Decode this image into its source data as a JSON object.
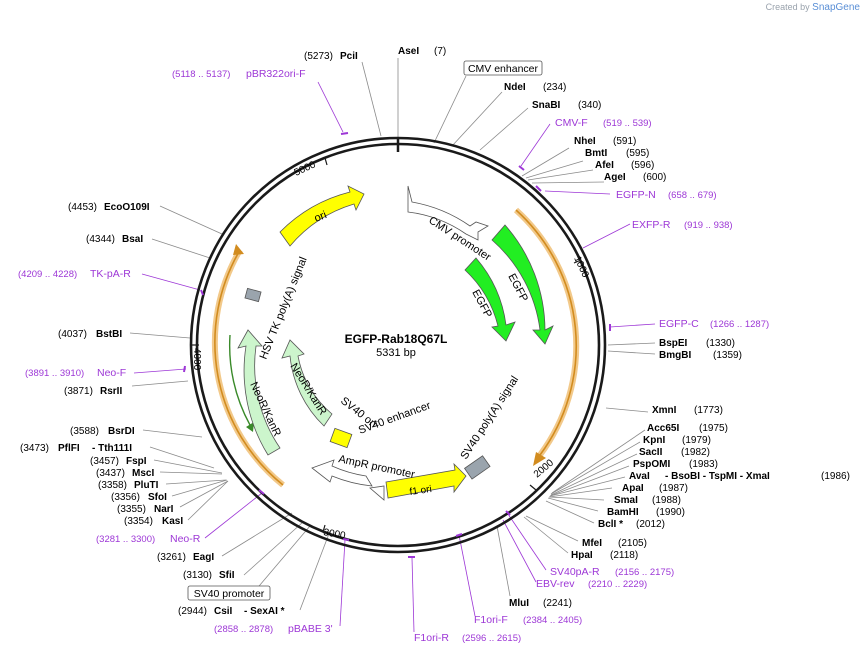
{
  "credit": {
    "prefix": "Created by",
    "brand": "SnapGene"
  },
  "plasmid": {
    "name": "EGFP-Rab18Q67L",
    "size": "5331 bp"
  },
  "ticks": [
    "1000",
    "2000",
    "3000",
    "4000",
    "5000"
  ],
  "features": [
    {
      "label": "CMV promoter",
      "color": "#ffffff"
    },
    {
      "label": "EGFP",
      "color": "#22ee22"
    },
    {
      "label": "EGFP",
      "color": "#22ee22"
    },
    {
      "label": "SV40 poly(A) signal",
      "color": "#9aa4ad"
    },
    {
      "label": "f1 ori",
      "color": "#ffff00"
    },
    {
      "label": "AmpR promoter",
      "color": "#ffffff"
    },
    {
      "label": "SV40 ori",
      "color": "#ffff00"
    },
    {
      "label": "SV40 enhancer",
      "color": "#ffffff"
    },
    {
      "label": "NeoR/KanR",
      "color": "#ccf5cc"
    },
    {
      "label": "NeoR/KanR",
      "color": "#ccf5cc"
    },
    {
      "label": "HSV TK poly(A) signal",
      "color": "#9aa4ad"
    },
    {
      "label": "ori",
      "color": "#ffff00"
    }
  ],
  "sites": [
    {
      "name": "AseI",
      "pos": "(7)"
    },
    {
      "name": "PciI",
      "pos": "(5273)"
    },
    {
      "name": "NdeI",
      "pos": "(234)"
    },
    {
      "name": "SnaBI",
      "pos": "(340)"
    },
    {
      "name": "NheI",
      "pos": "(591)"
    },
    {
      "name": "BmtI",
      "pos": "(595)"
    },
    {
      "name": "AfeI",
      "pos": "(596)"
    },
    {
      "name": "AgeI",
      "pos": "(600)"
    },
    {
      "name": "BspEI",
      "pos": "(1330)"
    },
    {
      "name": "BmgBI",
      "pos": "(1359)"
    },
    {
      "name": "XmnI",
      "pos": "(1773)"
    },
    {
      "name": "Acc65I",
      "pos": "(1975)"
    },
    {
      "name": "KpnI",
      "pos": "(1979)"
    },
    {
      "name": "SacII",
      "pos": "(1982)"
    },
    {
      "name": "PspOMI",
      "pos": "(1983)"
    },
    {
      "name": "ApaI",
      "pos": "(1987)"
    },
    {
      "name": "SmaI",
      "pos": "(1988)"
    },
    {
      "name": "BamHI",
      "pos": "(1990)"
    },
    {
      "name": "BclI *",
      "pos": "(2012)"
    },
    {
      "name": "MfeI",
      "pos": "(2105)"
    },
    {
      "name": "HpaI",
      "pos": "(2118)"
    },
    {
      "name": "MluI",
      "pos": "(2241)"
    },
    {
      "name": "EcoO109I",
      "pos": "(4453)"
    },
    {
      "name": "BsaI",
      "pos": "(4344)"
    },
    {
      "name": "BstBI",
      "pos": "(4037)"
    },
    {
      "name": "RsrII",
      "pos": "(3871)"
    },
    {
      "name": "BsrDI",
      "pos": "(3588)"
    },
    {
      "name": "FspI",
      "pos": "(3457)"
    },
    {
      "name": "MscI",
      "pos": "(3437)"
    },
    {
      "name": "PluTI",
      "pos": "(3358)"
    },
    {
      "name": "SfoI",
      "pos": "(3356)"
    },
    {
      "name": "NarI",
      "pos": "(3355)"
    },
    {
      "name": "KasI",
      "pos": "(3354)"
    },
    {
      "name": "EagI",
      "pos": "(3261)"
    },
    {
      "name": "SfiI",
      "pos": "(3130)"
    }
  ],
  "site_lines": {
    "avai": {
      "name": "AvaI",
      "rest": "- BsoBI   - TspMI   - XmaI",
      "pos": "(1986)"
    },
    "pflfi": {
      "pos": "(3473)",
      "name": "PflFI",
      "rest": "- Tth111I"
    },
    "csii": {
      "pos": "(2944)",
      "name": "CsiI",
      "rest": "- SexAI *"
    }
  },
  "primers": [
    {
      "name": "pBR322ori-F",
      "range": "(5118 .. 5137)"
    },
    {
      "name": "CMV-F",
      "range": "(519 .. 539)"
    },
    {
      "name": "EGFP-N",
      "range": "(658 .. 679)"
    },
    {
      "name": "EXFP-R",
      "range": "(919 .. 938)"
    },
    {
      "name": "EGFP-C",
      "range": "(1266 .. 1287)"
    },
    {
      "name": "TK-pA-R",
      "range": "(4209 .. 4228)"
    },
    {
      "name": "Neo-F",
      "range": "(3891 .. 3910)"
    },
    {
      "name": "Neo-R",
      "range": "(3281 .. 3300)"
    },
    {
      "name": "SV40pA-R",
      "range": "(2156 .. 2175)"
    },
    {
      "name": "EBV-rev",
      "range": "(2210 .. 2229)"
    },
    {
      "name": "F1ori-F",
      "range": "(2384 .. 2405)"
    },
    {
      "name": "F1ori-R",
      "range": "(2596 .. 2615)"
    },
    {
      "name": "pBABE 3'",
      "range": "(2858 .. 2878)"
    }
  ],
  "boxed_features": [
    "CMV enhancer",
    "SV40 promoter"
  ],
  "colors": {
    "backbone": "#1a1a1a",
    "primer": "#9d37d6",
    "orf_outline": "#f2c98a",
    "orf_arrow": "#d28c1f",
    "leader": "#888888"
  }
}
